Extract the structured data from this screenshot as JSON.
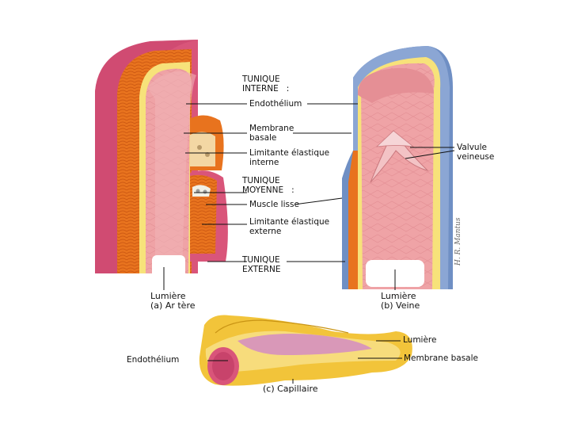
{
  "labels": {
    "tunique_interne": "TUNIQUE\nINTERNE   :",
    "endothelium_top": "Endothélium",
    "membrane_basale": "Membrane\nbasale",
    "limitante_interne": "Limitante élastique\ninterne",
    "tunique_moyenne": "TUNIQUE\nMOYENNE   :",
    "muscle_lisse": "Muscle lisse",
    "limitante_externe": "Limitante élastique\nexterne",
    "tunique_externe": "TUNIQUE\nEXTERNE",
    "lumiere_artere": "Lumière\n(a) Ar tère",
    "lumiere_veine": "Lumière\n(b) Veine",
    "valvule": "Valvule\nveineuse",
    "lumiere_cap": "Lumière",
    "endothelium_cap": "Endothélium",
    "membrane_basale_cap": "Membrane basale",
    "capillaire": "(c) Capillaire",
    "signature": "H. R. Mantus"
  },
  "colors": {
    "adventitia_pink": "#d9557a",
    "media_orange": "#e8731e",
    "intima_pink": "#efa3a6",
    "vein_blue": "#6f8fc4",
    "capillary_yellow": "#f2c43a",
    "elastic_yellow": "#f7e27a"
  }
}
